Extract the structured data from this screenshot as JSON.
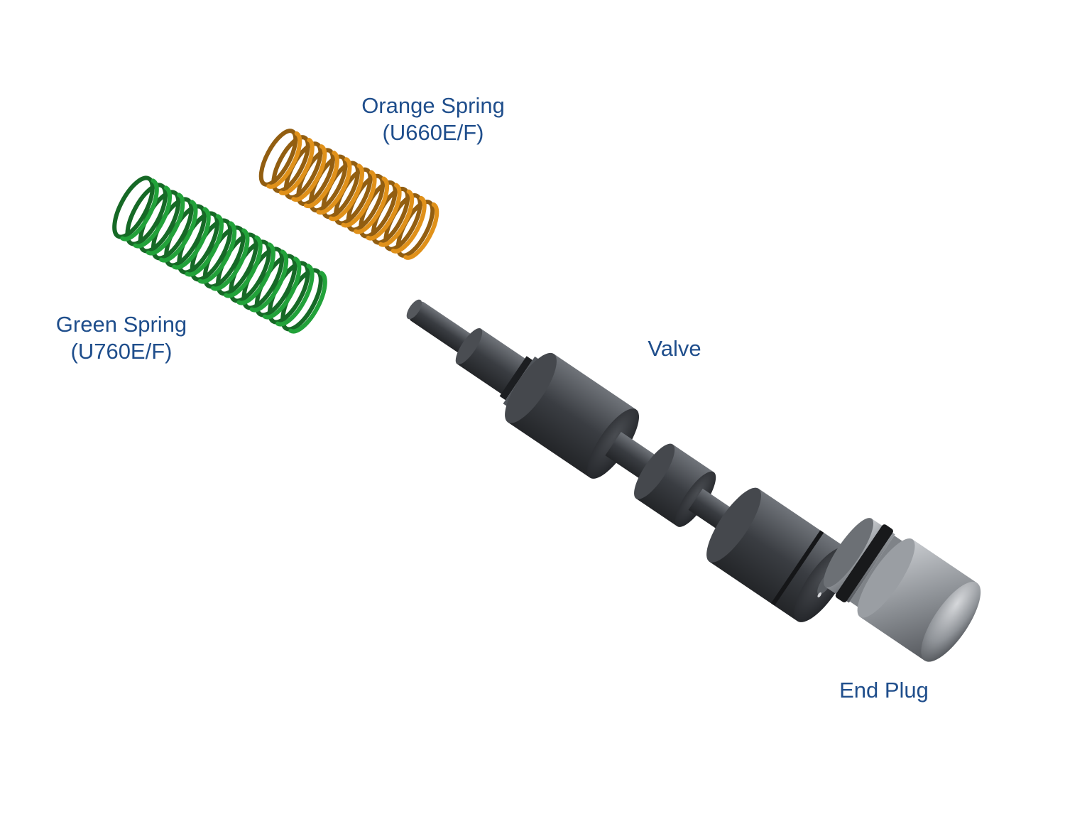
{
  "parts": {
    "orange_spring": {
      "name": "Orange Spring",
      "model": "(U660E/F)",
      "color": "#e0911a"
    },
    "green_spring": {
      "name": "Green Spring",
      "model": "(U760E/F)",
      "color": "#22a23a"
    },
    "valve": {
      "name": "Valve",
      "color": "#3a3d42"
    },
    "end_plug": {
      "name": "End Plug",
      "color": "#8c9096"
    }
  },
  "label_color": "#1f4e8c"
}
